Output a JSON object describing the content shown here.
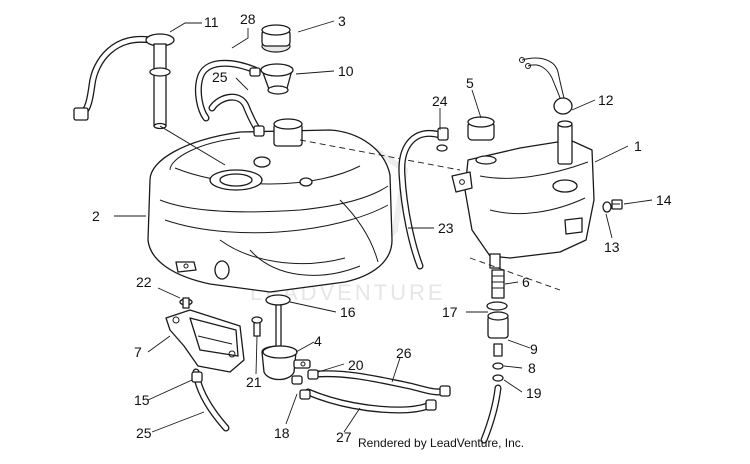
{
  "watermark_text": "LEADVENTURE",
  "credit": "Rendered by LeadVenture, Inc.",
  "callouts": [
    {
      "id": "c1",
      "text": "1"
    },
    {
      "id": "c2",
      "text": "2"
    },
    {
      "id": "c3",
      "text": "3"
    },
    {
      "id": "c4",
      "text": "4"
    },
    {
      "id": "c5",
      "text": "5"
    },
    {
      "id": "c6",
      "text": "6"
    },
    {
      "id": "c7",
      "text": "7"
    },
    {
      "id": "c8",
      "text": "8"
    },
    {
      "id": "c9",
      "text": "9"
    },
    {
      "id": "c10",
      "text": "10"
    },
    {
      "id": "c11",
      "text": "11"
    },
    {
      "id": "c12",
      "text": "12"
    },
    {
      "id": "c13",
      "text": "13"
    },
    {
      "id": "c14",
      "text": "14"
    },
    {
      "id": "c15",
      "text": "15"
    },
    {
      "id": "c16",
      "text": "16"
    },
    {
      "id": "c17",
      "text": "17"
    },
    {
      "id": "c18",
      "text": "18"
    },
    {
      "id": "c19",
      "text": "19"
    },
    {
      "id": "c20",
      "text": "20"
    },
    {
      "id": "c21",
      "text": "21"
    },
    {
      "id": "c22",
      "text": "22"
    },
    {
      "id": "c23",
      "text": "23"
    },
    {
      "id": "c24",
      "text": "24"
    },
    {
      "id": "c25a",
      "text": "25"
    },
    {
      "id": "c25b",
      "text": "25"
    },
    {
      "id": "c26",
      "text": "26"
    },
    {
      "id": "c27",
      "text": "27"
    },
    {
      "id": "c28",
      "text": "28"
    }
  ]
}
